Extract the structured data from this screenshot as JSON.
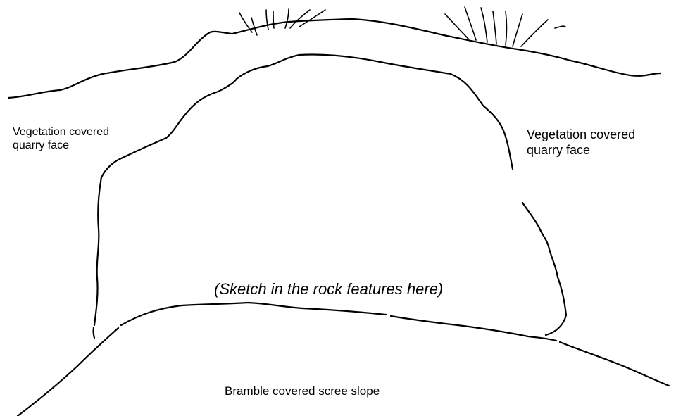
{
  "labels": {
    "left_face": [
      "Vegetation covered",
      "quarry face"
    ],
    "right_face": [
      "Vegetation covered",
      "quarry face"
    ],
    "center_instruction": "(Sketch in the rock features here)",
    "bottom_slope": "Bramble covered scree slope"
  }
}
